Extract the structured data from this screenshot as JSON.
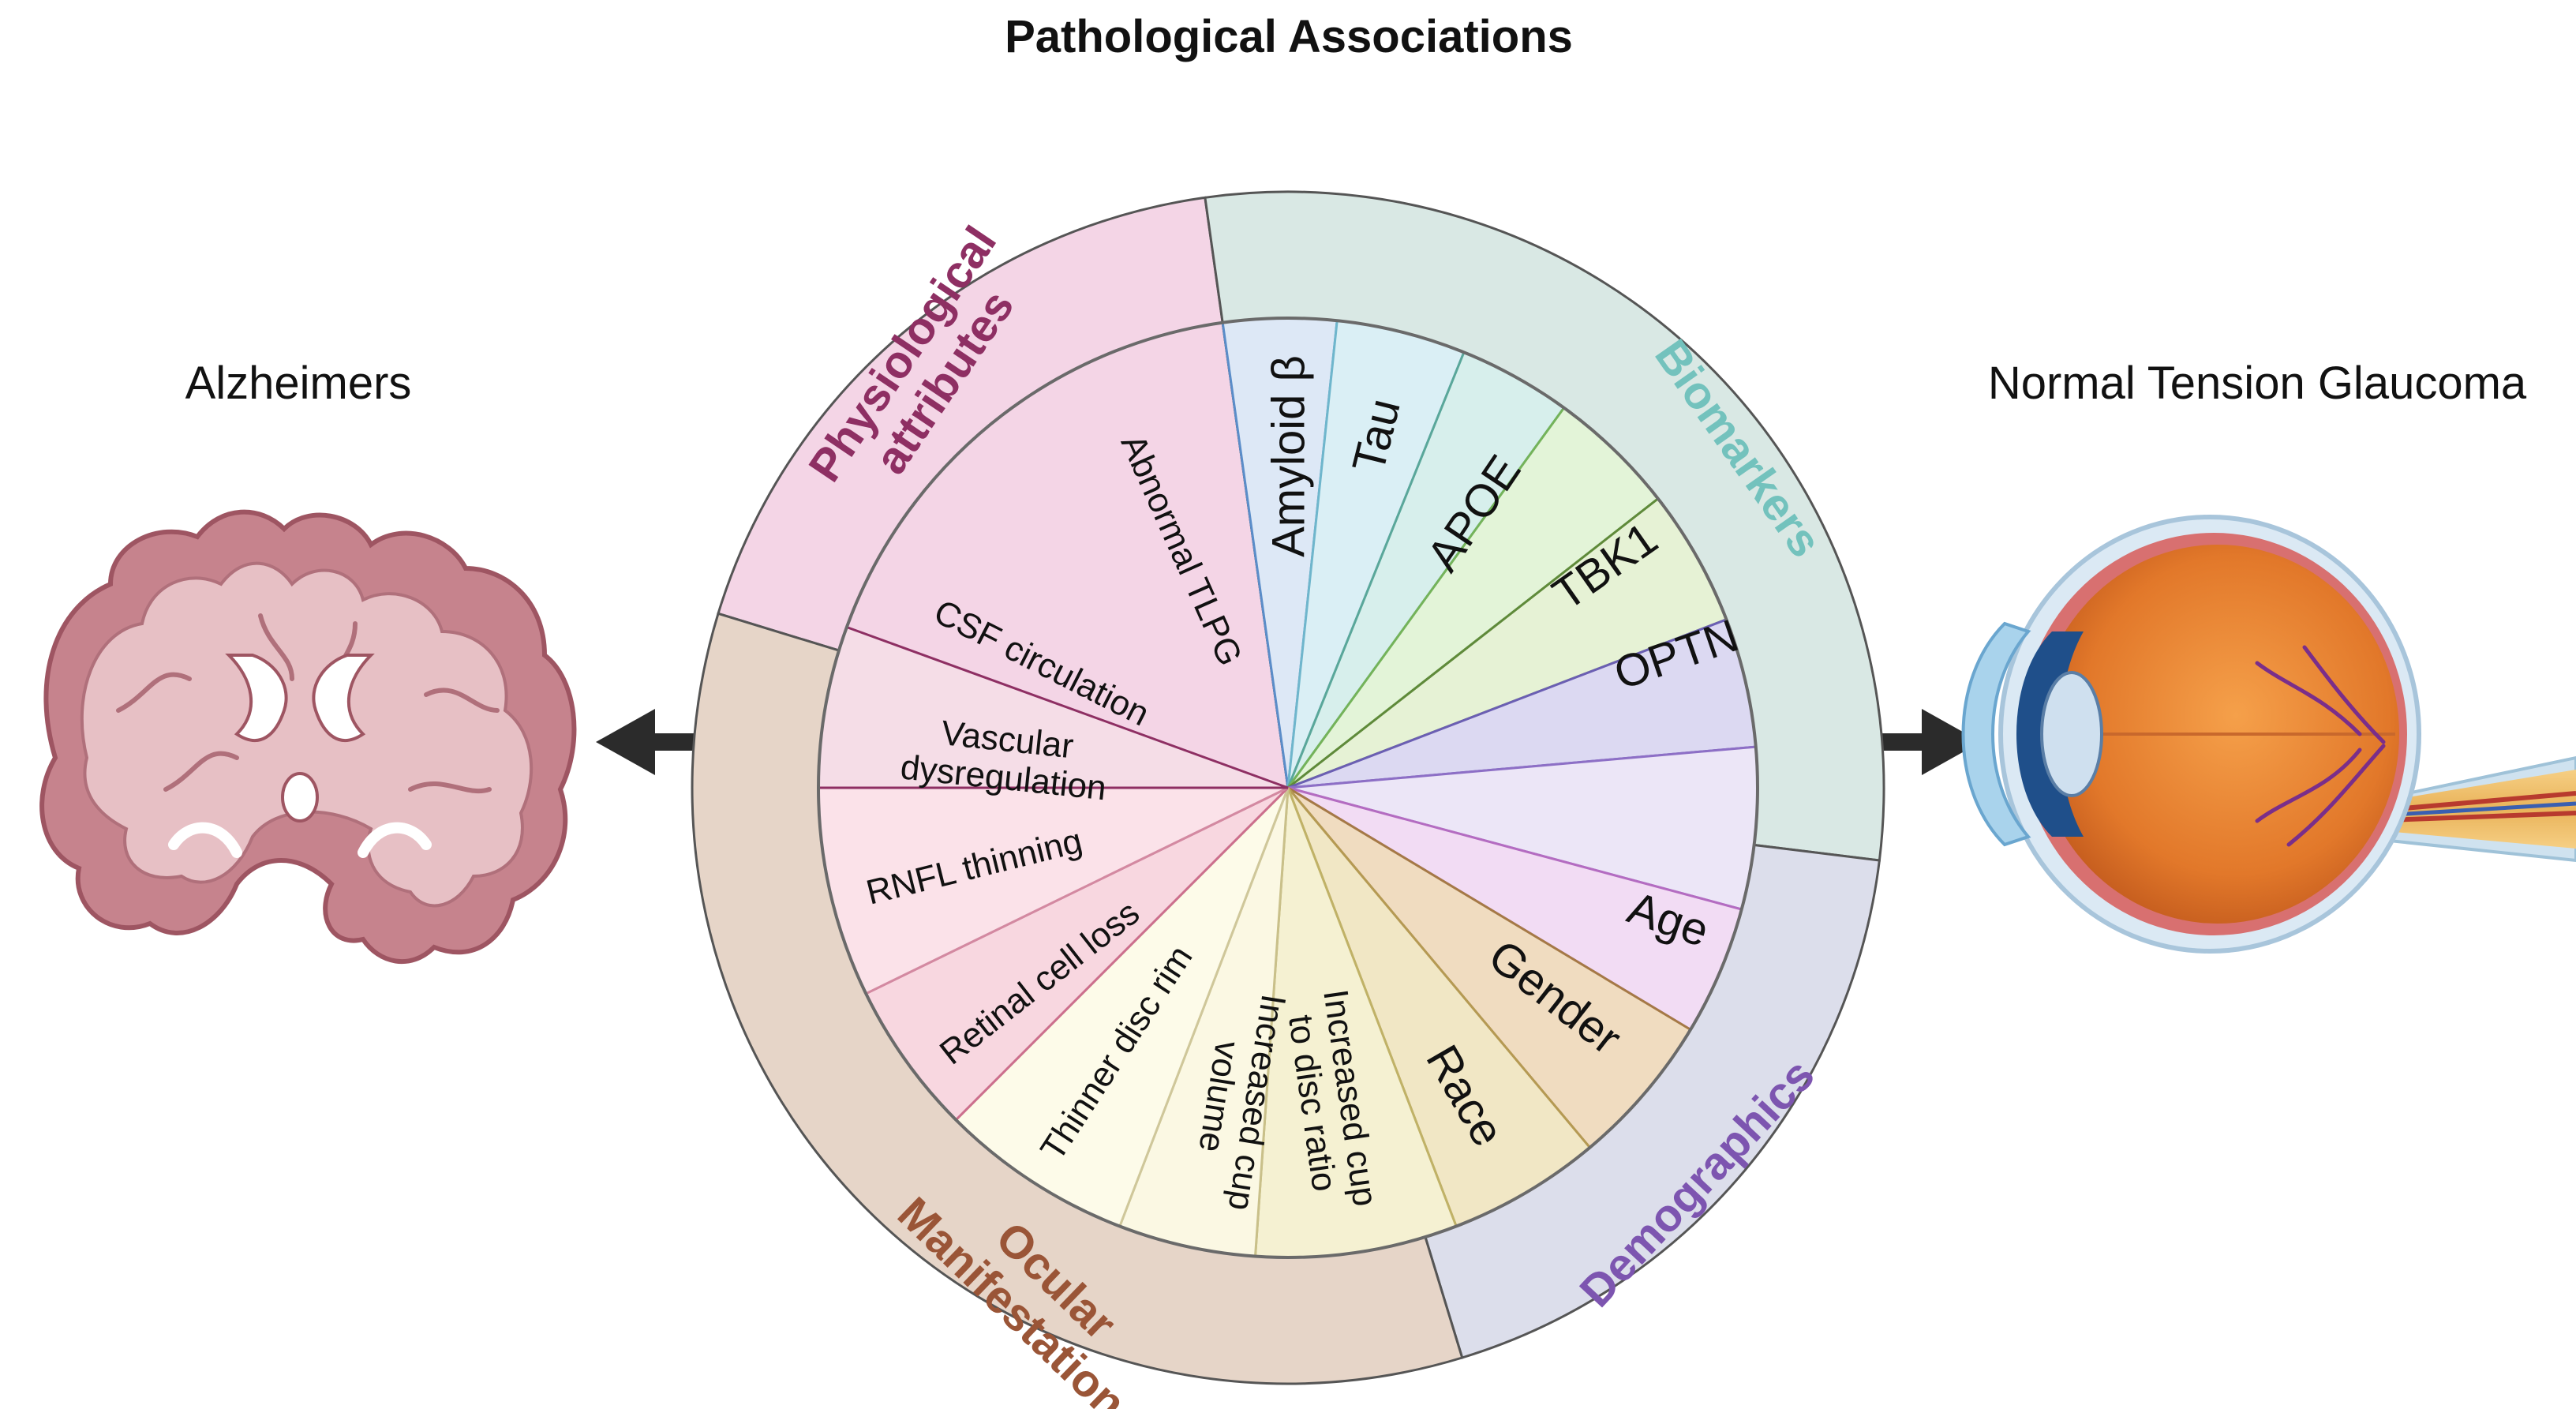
{
  "title": "Pathological Associations",
  "left_label": "Alzheimers",
  "right_label": "Normal Tension Glaucoma",
  "categories": [
    {
      "id": "physiological",
      "lines": [
        "Physiological",
        "attributes"
      ],
      "color": "#8e2f63",
      "fill": "#f4d5e6"
    },
    {
      "id": "biomarkers",
      "lines": [
        "Biomarkers"
      ],
      "color": "#73c2bd",
      "fill": "#d9e8e4"
    },
    {
      "id": "demographics",
      "lines": [
        "Demographics"
      ],
      "color": "#7d55b0",
      "fill": "#dcdeeb"
    },
    {
      "id": "ocular",
      "lines": [
        "Ocular",
        "Manifestations"
      ],
      "color": "#9a5537",
      "fill": "#e6d5c8"
    }
  ],
  "slices": [
    {
      "id": "amyloid",
      "lines": [
        "Amyloid β"
      ],
      "fill": "#dde8f6",
      "edge": "#5b8dc9"
    },
    {
      "id": "tau",
      "lines": [
        "Tau"
      ],
      "fill": "#daeff5",
      "edge": "#6fb6cc"
    },
    {
      "id": "apoe",
      "lines": [
        "APOE"
      ],
      "fill": "#d7efec",
      "edge": "#5aa79a"
    },
    {
      "id": "tbk1",
      "lines": [
        "TBK1"
      ],
      "fill": "#e3f4d8",
      "edge": "#74b35a"
    },
    {
      "id": "optn",
      "lines": [
        "OPTN"
      ],
      "fill": "#e6f2d5",
      "edge": "#5f8a3a"
    },
    {
      "id": "age",
      "lines": [
        "Age"
      ],
      "fill": "#dcd9f2",
      "edge": "#6b5fb3"
    },
    {
      "id": "gender",
      "lines": [
        "Gender"
      ],
      "fill": "#ece6f7",
      "edge": "#8d6fc6"
    },
    {
      "id": "race",
      "lines": [
        "Race"
      ],
      "fill": "#f2dcf4",
      "edge": "#b46cc1"
    },
    {
      "id": "cup-disc-ratio",
      "lines": [
        "Increased cup",
        "to disc ratio"
      ],
      "fill": "#f0dcc0",
      "edge": "#a57946"
    },
    {
      "id": "cup-volume",
      "lines": [
        "Increased cup",
        "volume"
      ],
      "fill": "#f1e7c5",
      "edge": "#b59a53"
    },
    {
      "id": "disc-rim",
      "lines": [
        "Thinner disc rim"
      ],
      "fill": "#f5f1d2",
      "edge": "#c0b267"
    },
    {
      "id": "retinal-cell",
      "lines": [
        "Retinal cell loss"
      ],
      "fill": "#fbf8e3",
      "edge": "#c9c08a"
    },
    {
      "id": "rnfl",
      "lines": [
        "RNFL thinning"
      ],
      "fill": "#fdfbe9",
      "edge": "#cfc79a"
    },
    {
      "id": "vascular",
      "lines": [
        "Vascular",
        "dysregulation"
      ],
      "fill": "#f8d7e0",
      "edge": "#cc6f8d"
    },
    {
      "id": "csf",
      "lines": [
        "CSF circulation"
      ],
      "fill": "#fbe2e9",
      "edge": "#d389a1"
    },
    {
      "id": "tlpg",
      "lines": [
        "Abnormal TLPG"
      ],
      "fill": "#f5dde7",
      "edge": "#8e2f63"
    }
  ]
}
